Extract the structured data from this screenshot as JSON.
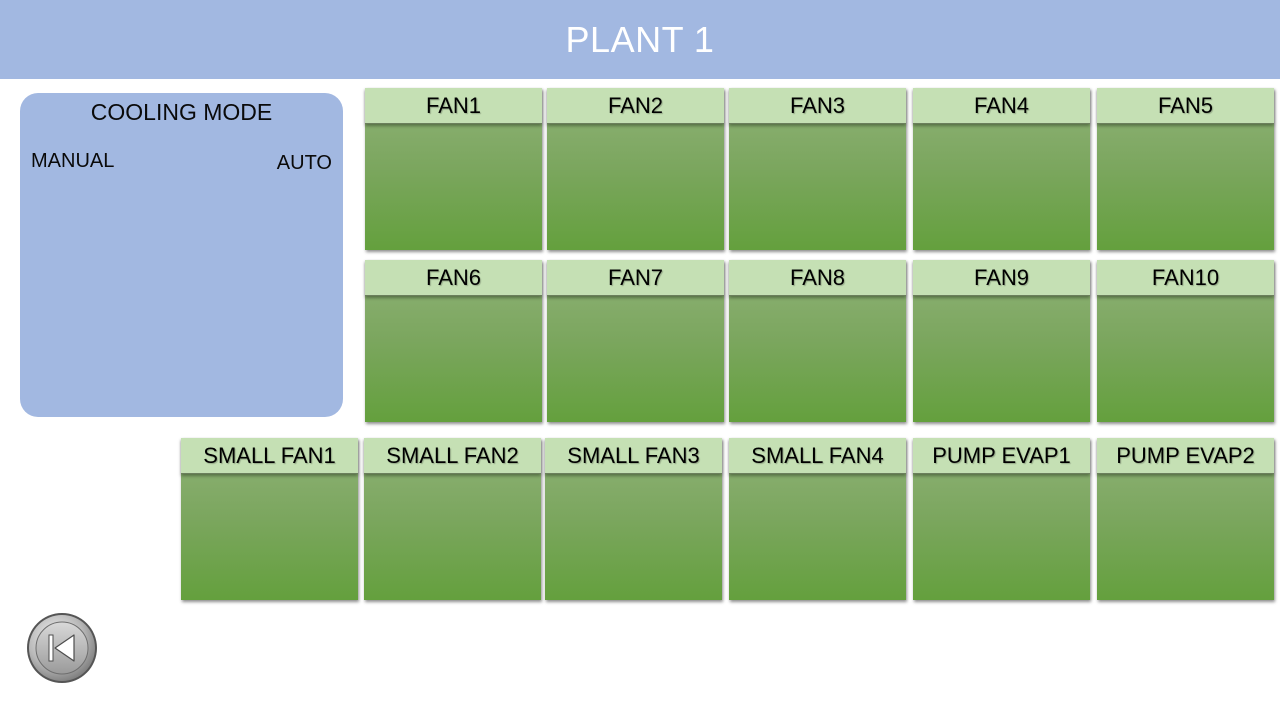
{
  "header": {
    "title": "PLANT 1"
  },
  "cooling_mode": {
    "title": "COOLING MODE",
    "manual_label": "MANUAL",
    "auto_label": "AUTO"
  },
  "fans_row1": [
    "FAN1",
    "FAN2",
    "FAN3",
    "FAN4",
    "FAN5"
  ],
  "fans_row2": [
    "FAN6",
    "FAN7",
    "FAN8",
    "FAN9",
    "FAN10"
  ],
  "row3": [
    "SMALL FAN1",
    "SMALL FAN2",
    "SMALL FAN3",
    "SMALL FAN4",
    "PUMP EVAP1",
    "PUMP EVAP2"
  ],
  "back_button": {
    "icon": "skip-back-icon"
  },
  "colors": {
    "header_bg": "#a2b8e1",
    "panel_bg": "#a2b8e1",
    "tile_label_bg": "#c5e0b4",
    "tile_body_top": "#8fb277",
    "tile_body_bottom": "#64a03d"
  }
}
